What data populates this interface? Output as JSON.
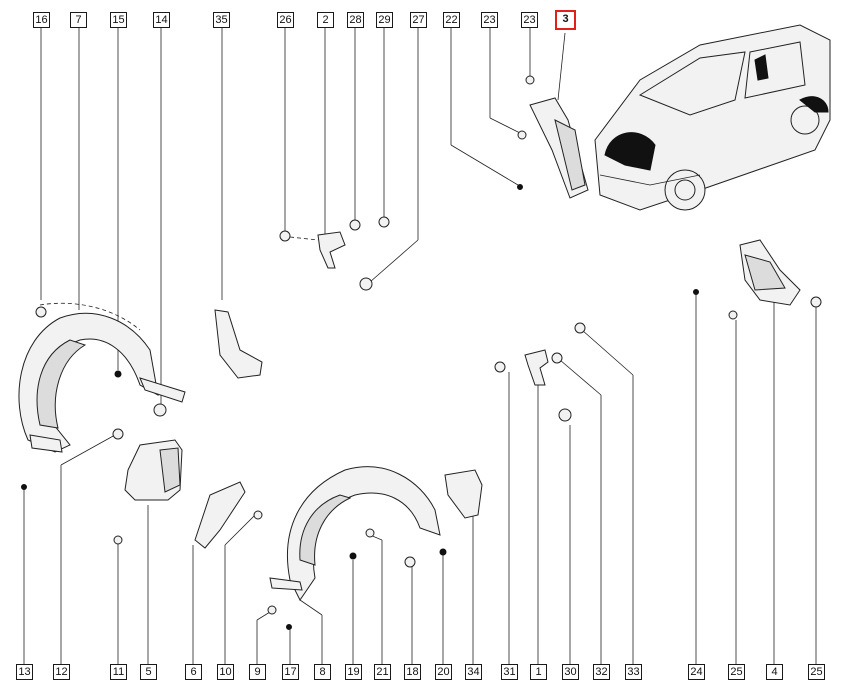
{
  "diagram": {
    "highlight_color": "#e0201c",
    "callouts_top": [
      "16",
      "7",
      "15",
      "14",
      "35",
      "26",
      "2",
      "28",
      "29",
      "27",
      "22",
      "23",
      "23",
      "3"
    ],
    "callouts_bottom": [
      "13",
      "12",
      "11",
      "5",
      "6",
      "10",
      "9",
      "17",
      "8",
      "19",
      "21",
      "18",
      "20",
      "34",
      "31",
      "1",
      "30",
      "32",
      "33",
      "24",
      "25",
      "4",
      "25"
    ],
    "selected_callout": "3"
  }
}
